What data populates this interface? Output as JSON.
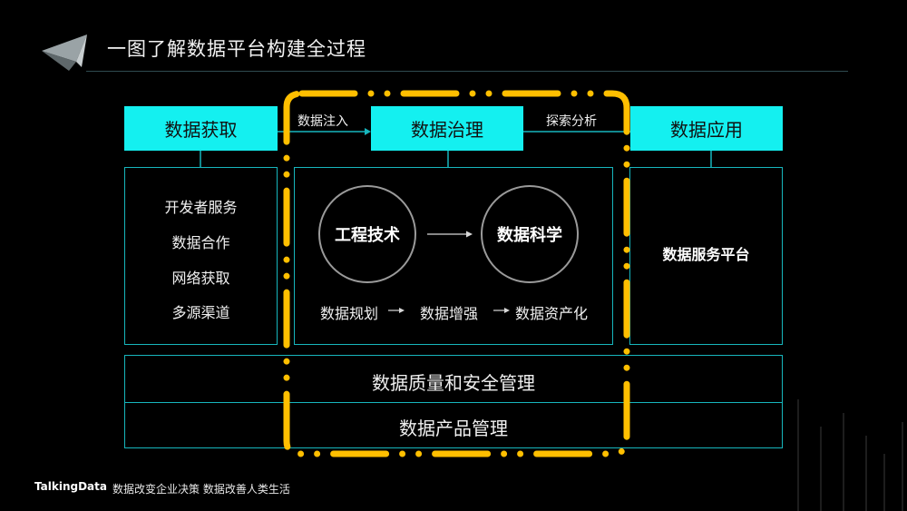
{
  "title": "一图了解数据平台构建全过程",
  "headers": {
    "acquire": "数据获取",
    "govern": "数据治理",
    "apply": "数据应用"
  },
  "flow_labels": {
    "inject": "数据注入",
    "explore": "探索分析"
  },
  "acquire_items": [
    "开发者服务",
    "数据合作",
    "网络获取",
    "多源渠道"
  ],
  "govern": {
    "circle_left": "工程技术",
    "circle_right": "数据科学",
    "steps": [
      "数据规划",
      "数据增强",
      "数据资产化"
    ]
  },
  "apply_platform": "数据服务平台",
  "bottom_bars": [
    "数据质量和安全管理",
    "数据产品管理"
  ],
  "footer": {
    "brand": "TalkingData",
    "slogan": "数据改变企业决策 数据改善人类生活"
  },
  "colors": {
    "header_bg": "#14f0f0",
    "panel_border": "#17b6bd",
    "highlight_dash": "#ffbf00",
    "background": "#000000"
  }
}
